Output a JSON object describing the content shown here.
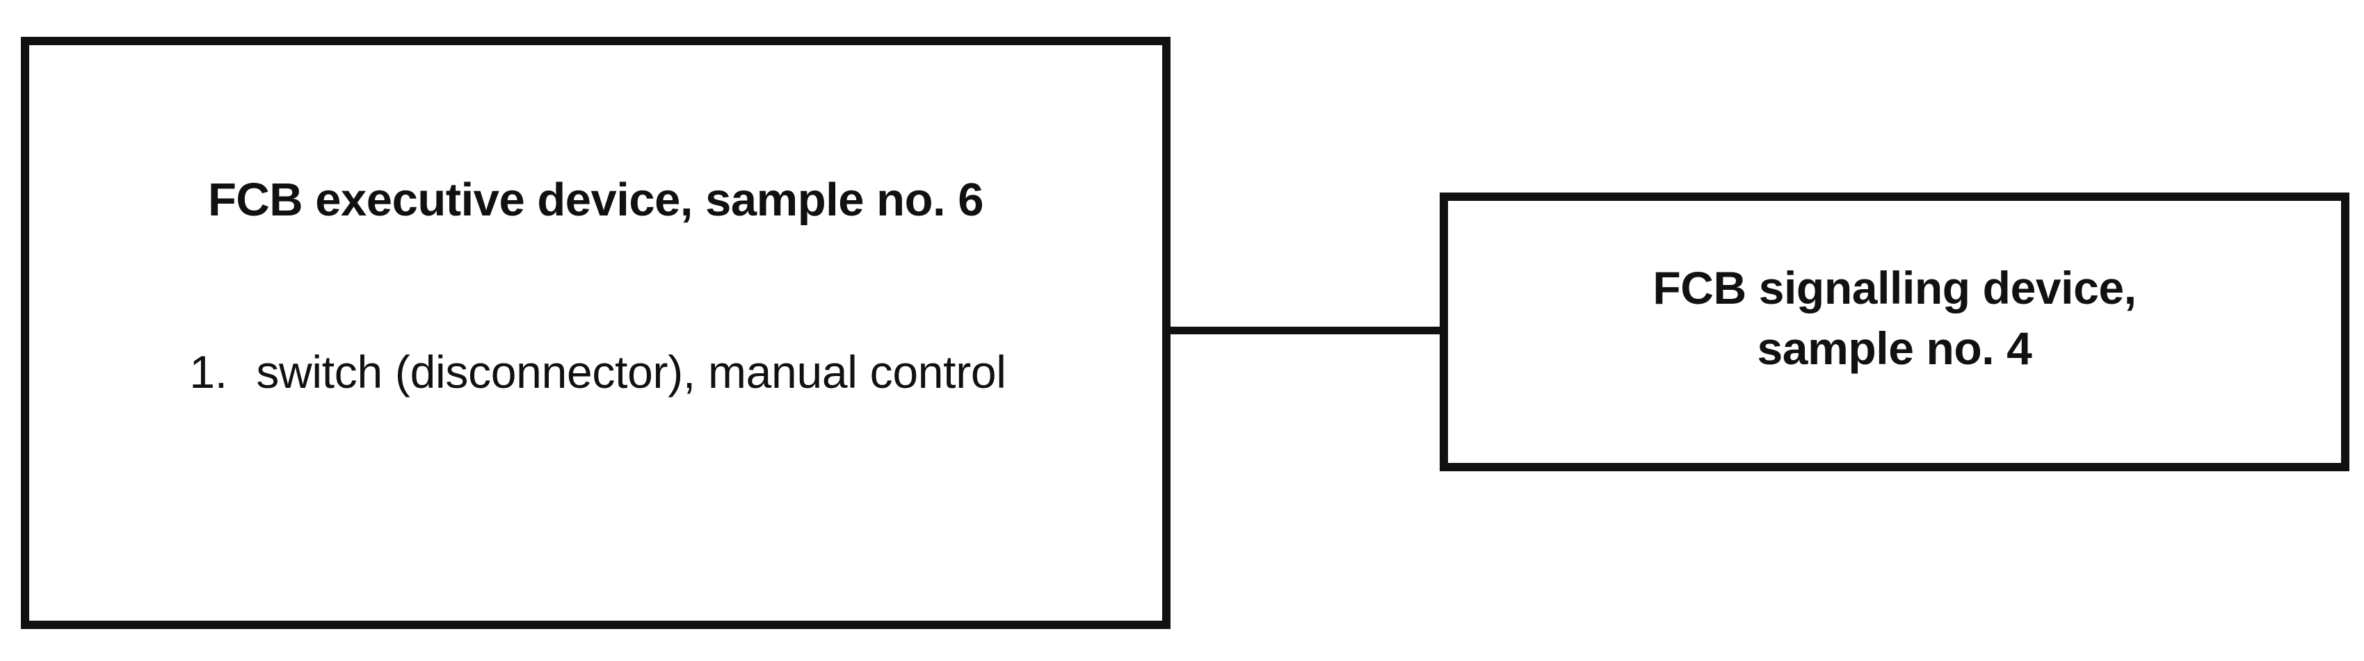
{
  "diagram": {
    "type": "block-diagram",
    "background_color": "#ffffff",
    "stroke_color": "#111111",
    "nodes": [
      {
        "id": "executive-device",
        "title": "FCB executive device, sample no. 6",
        "items": [
          {
            "marker": "1.",
            "text": "switch (disconnector), manual control"
          }
        ]
      },
      {
        "id": "signalling-device",
        "title_line_1": "FCB signalling device,",
        "title_line_2": "sample no. 4"
      }
    ],
    "connector": {
      "from": "executive-device",
      "to": "signalling-device",
      "style": "straight-horizontal"
    }
  }
}
